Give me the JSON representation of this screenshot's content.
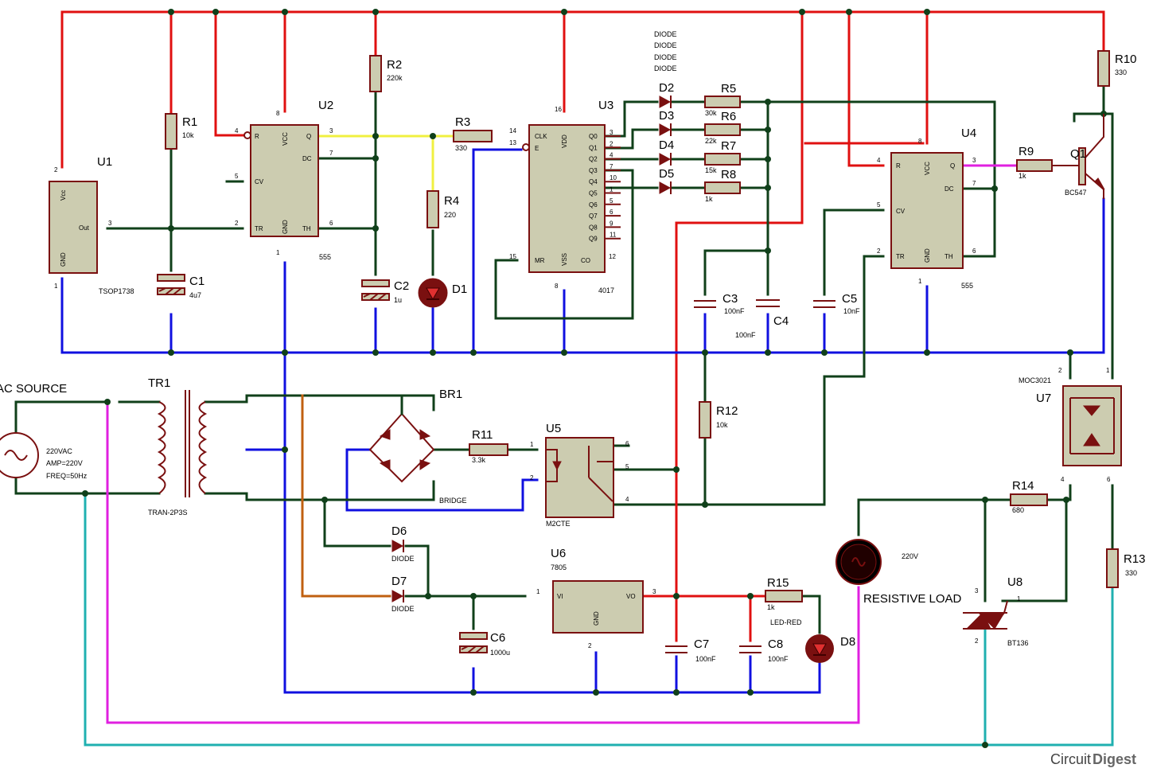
{
  "brand": {
    "circuit": "Circuit",
    "digest": "Digest"
  },
  "u1": {
    "ref": "U1",
    "name": "TSOP1738",
    "vcc": "Vcc",
    "out": "Out",
    "gnd": "GND",
    "p2": "2",
    "p3": "3",
    "p1": "1"
  },
  "u2": {
    "ref": "U2",
    "name": "555",
    "r": "R",
    "vcc": "VCC",
    "q": "Q",
    "dc": "DC",
    "cv": "CV",
    "tr": "TR",
    "gnd": "GND",
    "th": "TH",
    "p4": "4",
    "p8": "8",
    "p3": "3",
    "p7": "7",
    "p5": "5",
    "p2": "2",
    "p6": "6",
    "p1": "1"
  },
  "u3": {
    "ref": "U3",
    "name": "4017",
    "clk": "CLK",
    "e": "E",
    "vdd": "VDD",
    "mr": "MR",
    "vss": "VSS",
    "co": "CO",
    "outs": [
      {
        "label": "Q0",
        "pin": "3"
      },
      {
        "label": "Q1",
        "pin": "2"
      },
      {
        "label": "Q2",
        "pin": "4"
      },
      {
        "label": "Q3",
        "pin": "7"
      },
      {
        "label": "Q4",
        "pin": "10"
      },
      {
        "label": "Q5",
        "pin": "1"
      },
      {
        "label": "Q6",
        "pin": "5"
      },
      {
        "label": "Q7",
        "pin": "6"
      },
      {
        "label": "Q8",
        "pin": "9"
      },
      {
        "label": "Q9",
        "pin": "11"
      }
    ],
    "p14": "14",
    "p13": "13",
    "p16": "16",
    "p15": "15",
    "p8": "8",
    "p12": "12"
  },
  "u4": {
    "ref": "U4",
    "name": "555",
    "r": "R",
    "vcc": "VCC",
    "q": "Q",
    "dc": "DC",
    "cv": "CV",
    "tr": "TR",
    "gnd": "GND",
    "th": "TH",
    "p4": "4",
    "p8": "8",
    "p3": "3",
    "p7": "7",
    "p5": "5",
    "p2": "2",
    "p6": "6",
    "p1": "1"
  },
  "r1": {
    "ref": "R1",
    "val": "10k"
  },
  "r2": {
    "ref": "R2",
    "val": "220k"
  },
  "r3": {
    "ref": "R3",
    "val": "330"
  },
  "r4": {
    "ref": "R4",
    "val": "220"
  },
  "r5": {
    "ref": "R5",
    "val": "30k"
  },
  "r6": {
    "ref": "R6",
    "val": "22k"
  },
  "r7": {
    "ref": "R7",
    "val": "15k"
  },
  "r8": {
    "ref": "R8",
    "val": "1k"
  },
  "r9": {
    "ref": "R9",
    "val": "1k"
  },
  "r10": {
    "ref": "R10",
    "val": "330"
  },
  "r11": {
    "ref": "R11",
    "val": "3.3k"
  },
  "r12": {
    "ref": "R12",
    "val": "10k"
  },
  "r13": {
    "ref": "R13",
    "val": "330"
  },
  "r14": {
    "ref": "R14",
    "val": "680"
  },
  "r15": {
    "ref": "R15",
    "val": "1k"
  },
  "c1": {
    "ref": "C1",
    "val": "4u7"
  },
  "c2": {
    "ref": "C2",
    "val": "1u"
  },
  "c3": {
    "ref": "C3",
    "val": "100nF"
  },
  "c4": {
    "ref": "C4",
    "val": "100nF"
  },
  "c5": {
    "ref": "C5",
    "val": "10nF"
  },
  "c6": {
    "ref": "C6",
    "val": "1000u"
  },
  "c7": {
    "ref": "C7",
    "val": "100nF"
  },
  "c8": {
    "ref": "C8",
    "val": "100nF"
  },
  "diodes": {
    "d2": "D2",
    "d3": "D3",
    "d4": "D4",
    "d5": "D5",
    "label": "DIODE"
  },
  "d1": {
    "ref": "D1"
  },
  "d6": {
    "ref": "D6",
    "val": "DIODE"
  },
  "d7": {
    "ref": "D7",
    "val": "DIODE"
  },
  "d8": {
    "ref": "D8",
    "val": "LED-RED"
  },
  "q1": {
    "ref": "Q1",
    "val": "BC547"
  },
  "u5": {
    "ref": "U5",
    "val": "M2CTE",
    "p1": "1",
    "p2": "2",
    "p4": "4",
    "p5": "5",
    "p6": "6"
  },
  "u6": {
    "ref": "U6",
    "val": "7805",
    "vi": "VI",
    "vo": "VO",
    "gnd": "GND",
    "p1": "1",
    "p2": "2",
    "p3": "3"
  },
  "u7": {
    "ref": "U7",
    "val": "MOC3021",
    "p1": "1",
    "p2": "2",
    "p4": "4",
    "p6": "6"
  },
  "u8": {
    "ref": "U8",
    "val": "BT136",
    "p1": "1",
    "p2": "2",
    "p3": "3"
  },
  "br1": {
    "ref": "BR1",
    "val": "BRIDGE"
  },
  "tr1": {
    "ref": "TR1",
    "val": "TRAN-2P3S"
  },
  "source": {
    "title": "AC SOURCE",
    "v": "220VAC",
    "amp": "AMP=220V",
    "freq": "FREQ=50Hz"
  },
  "load": {
    "label": "RESISTIVE LOAD",
    "v": "220V"
  }
}
